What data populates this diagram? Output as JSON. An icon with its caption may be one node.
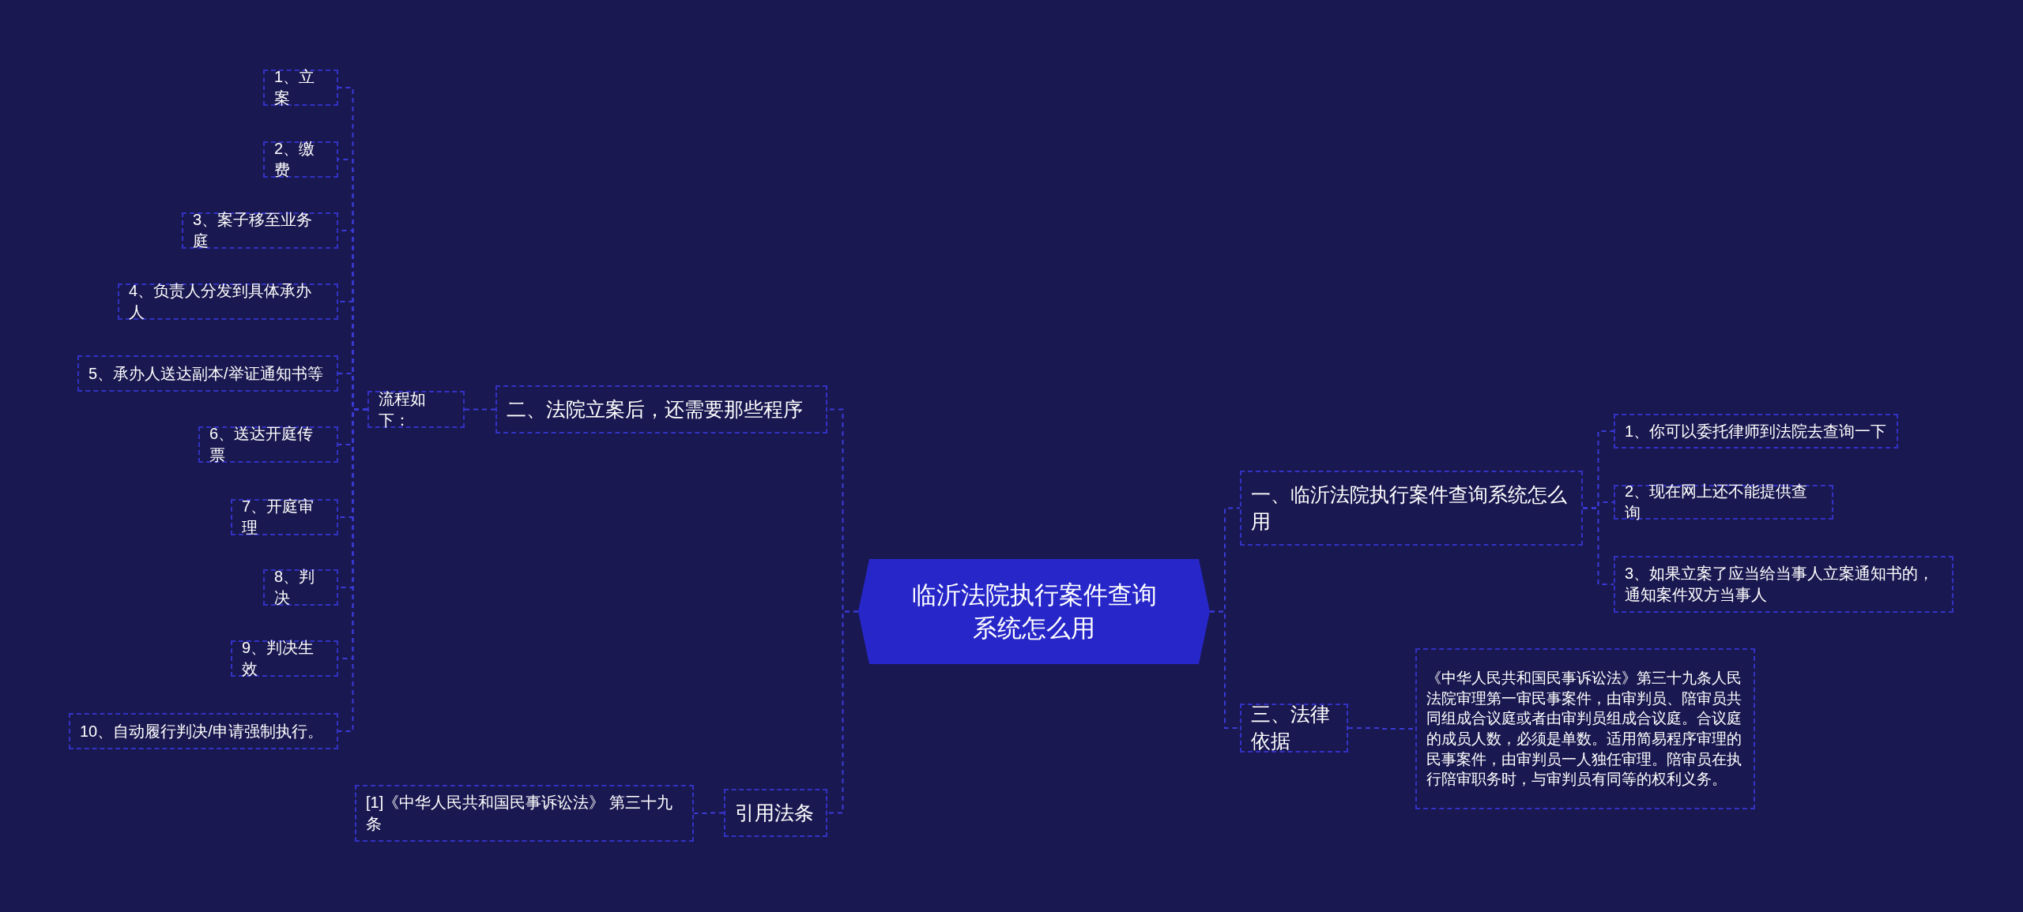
{
  "diagram": {
    "nodes": [
      {
        "text": [
          "临沂法院执行案件查询系统怎么用"
        ]
      },
      {
        "text": [
          "一、临沂法院执行案件查询系统怎么用"
        ]
      },
      {
        "text": [
          "1、你可以委托律师到法院去查询一下"
        ]
      },
      {
        "text": [
          "2、现在网上还不能提供查询"
        ]
      },
      {
        "text": [
          "3、如果立案了应当给当事人立案通知书的，通知案件双方当事人"
        ]
      },
      {
        "text": [
          "三、法律依据"
        ]
      },
      {
        "text": [
          "《中华人民共和国民事诉讼法》第三十九条人民法院审理第一审民事案件，由审判员、陪审员共同组成合议庭或者由审判员组成合议庭。合议庭的成员人数，必须是单数。适用简易程序审理的民事案件，由审判员一人独任审理。陪审员在执行陪审职务时，与审判员有同等的权利义务。"
        ]
      },
      {
        "text": [
          "二、法院立案后，还需要那些程序"
        ]
      },
      {
        "text": [
          "流程如下："
        ]
      },
      {
        "text": [
          "1、立案"
        ]
      },
      {
        "text": [
          "2、缴费"
        ]
      },
      {
        "text": [
          "3、案子移至业务庭"
        ]
      },
      {
        "text": [
          "4、负责人分发到具体承办人"
        ]
      },
      {
        "text": [
          "5、承办人送达副本/举证通知书等"
        ]
      },
      {
        "text": [
          "6、送达开庭传票"
        ]
      },
      {
        "text": [
          "7、开庭审理"
        ]
      },
      {
        "text": [
          "8、判决"
        ]
      },
      {
        "text": [
          "9、判决生效"
        ]
      },
      {
        "text": [
          "10、自动履行判决/申请强制执行。"
        ]
      },
      {
        "text": [
          "引用法条"
        ]
      },
      {
        "text": [
          "[1]《中华人民共和国民事诉讼法》 第三十九条"
        ]
      }
    ],
    "edges": [
      {
        "from": 0,
        "to": 1,
        "arrow": "none",
        "style": "dashed"
      },
      {
        "from": 1,
        "to": 2,
        "arrow": "none",
        "style": "dashed"
      },
      {
        "from": 1,
        "to": 3,
        "arrow": "none",
        "style": "dashed"
      },
      {
        "from": 1,
        "to": 4,
        "arrow": "none",
        "style": "dashed"
      },
      {
        "from": 0,
        "to": 5,
        "arrow": "none",
        "style": "dashed"
      },
      {
        "from": 5,
        "to": 6,
        "arrow": "none",
        "style": "dashed"
      },
      {
        "from": 0,
        "to": 7,
        "arrow": "none",
        "style": "dashed"
      },
      {
        "from": 7,
        "to": 8,
        "arrow": "none",
        "style": "dashed"
      },
      {
        "from": 8,
        "to": 9,
        "arrow": "none",
        "style": "dashed"
      },
      {
        "from": 8,
        "to": 10,
        "arrow": "none",
        "style": "dashed"
      },
      {
        "from": 8,
        "to": 11,
        "arrow": "none",
        "style": "dashed"
      },
      {
        "from": 8,
        "to": 12,
        "arrow": "none",
        "style": "dashed"
      },
      {
        "from": 8,
        "to": 13,
        "arrow": "none",
        "style": "dashed"
      },
      {
        "from": 8,
        "to": 14,
        "arrow": "none",
        "style": "dashed"
      },
      {
        "from": 8,
        "to": 15,
        "arrow": "none",
        "style": "dashed"
      },
      {
        "from": 8,
        "to": 16,
        "arrow": "none",
        "style": "dashed"
      },
      {
        "from": 8,
        "to": 17,
        "arrow": "none",
        "style": "dashed"
      },
      {
        "from": 8,
        "to": 18,
        "arrow": "none",
        "style": "dashed"
      },
      {
        "from": 0,
        "to": 19,
        "arrow": "none",
        "style": "dashed"
      },
      {
        "from": 19,
        "to": 20,
        "arrow": "none",
        "style": "dashed"
      }
    ]
  }
}
